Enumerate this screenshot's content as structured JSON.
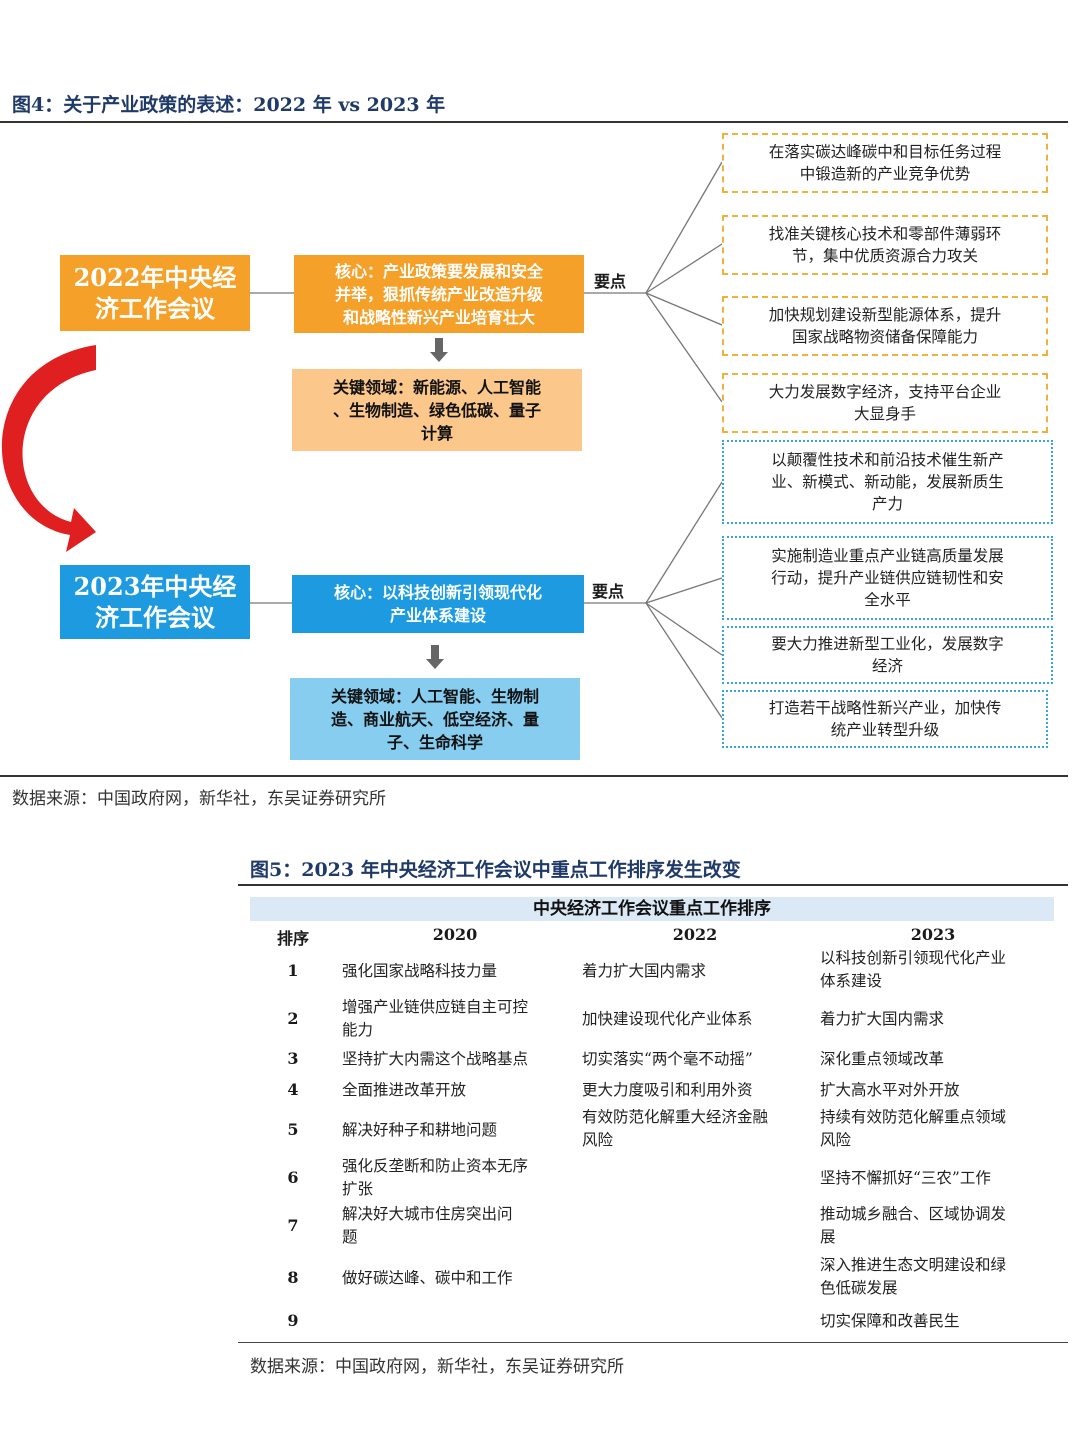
{
  "fig4": {
    "title": "图4：关于产业政策的表述：2022 年 vs 2023 年",
    "source": "数据来源：中国政府网，新华社，东吴证券研究所",
    "y2022": {
      "meeting": [
        "2022年中央经",
        "济工作会议"
      ],
      "core": [
        "核心：产业政策要发展和安全",
        "并举，狠抓传统产业改造升级",
        "和战略性新兴产业培育壮大"
      ],
      "key": [
        "关键领域：新能源、人工智能",
        "、生物制造、绿色低碳、量子",
        "计算"
      ],
      "label": "要点",
      "points": [
        [
          "在落实碳达峰碳中和目标任务过程",
          "中锻造新的产业竞争优势"
        ],
        [
          "找准关键核心技术和零部件薄弱环",
          "节，集中优质资源合力攻关"
        ],
        [
          "加快规划建设新型能源体系，提升",
          "国家战略物资储备保障能力"
        ],
        [
          "大力发展数字经济，支持平台企业",
          "大显身手"
        ]
      ]
    },
    "y2023": {
      "meeting": [
        "2023年中央经",
        "济工作会议"
      ],
      "core": [
        "核心：以科技创新引领现代化",
        "产业体系建设"
      ],
      "key": [
        "关键领域：人工智能、生物制",
        "造、商业航天、低空经济、量",
        "子、生命科学"
      ],
      "label": "要点",
      "points": [
        [
          "以颠覆性技术和前沿技术催生新产",
          "业、新模式、新动能，发展新质生",
          "产力"
        ],
        [
          "实施制造业重点产业链高质量发展",
          "行动，提升产业链供应链韧性和安",
          "全水平"
        ],
        [
          "要大力推进新型工业化，发展数字",
          "经济"
        ],
        [
          "打造若干战略性新兴产业，加快传",
          "统产业转型升级"
        ]
      ]
    },
    "colors": {
      "orange": "#f5a028",
      "blue": "#1e9be0",
      "arrow": "#e02020"
    }
  },
  "fig5": {
    "title": "图5：2023 年中央经济工作会议中重点工作排序发生改变",
    "table_title": "中央经济工作会议重点工作排序",
    "headers": [
      "排序",
      "2020",
      "2022",
      "2023"
    ],
    "rows": [
      {
        "rank": "1",
        "c2020": [
          ""
        ],
        "c2020_1": "强化国家战略科技力量",
        "c2022": [
          "着力扩大国内需求"
        ],
        "c2023": [
          "以科技创新引领现代化产业",
          "体系建设"
        ]
      },
      {
        "rank": "2",
        "c2020_1": "",
        "c2020": [
          "增强产业链供应链自主可控",
          "能力"
        ],
        "c2022": [
          "加快建设现代化产业体系"
        ],
        "c2023": [
          "着力扩大国内需求"
        ]
      },
      {
        "rank": "3",
        "c2020": [
          "坚持扩大内需这个战略基点"
        ],
        "c2022": [
          "切实落实“两个毫不动摇”"
        ],
        "c2023": [
          "深化重点领域改革"
        ]
      },
      {
        "rank": "4",
        "c2020": [
          "全面推进改革开放"
        ],
        "c2022": [
          "更大力度吸引和利用外资"
        ],
        "c2023": [
          "扩大高水平对外开放"
        ]
      },
      {
        "rank": "5",
        "c2020": [
          "解决好种子和耕地问题"
        ],
        "c2022": [
          "有效防范化解重大经济金融",
          "风险"
        ],
        "c2023": [
          "持续有效防范化解重点领域",
          "风险"
        ]
      },
      {
        "rank": "6",
        "c2020": [
          "强化反垄断和防止资本无序",
          "扩张"
        ],
        "c2022": [
          ""
        ],
        "c2023": [
          "坚持不懈抓好“三农”工作"
        ]
      },
      {
        "rank": "7",
        "c2020": [
          "解决好大城市住房突出问",
          "题"
        ],
        "c2022": [
          ""
        ],
        "c2023": [
          "推动城乡融合、区域协调发",
          "展"
        ]
      },
      {
        "rank": "8",
        "c2020": [
          "做好碳达峰、碳中和工作"
        ],
        "c2022": [
          ""
        ],
        "c2023": [
          "深入推进生态文明建设和绿",
          "色低碳发展"
        ]
      },
      {
        "rank": "9",
        "c2020": [
          ""
        ],
        "c2022": [
          ""
        ],
        "c2023": [
          "切实保障和改善民生"
        ]
      }
    ],
    "source": "数据来源：中国政府网，新华社，东吴证券研究所"
  }
}
